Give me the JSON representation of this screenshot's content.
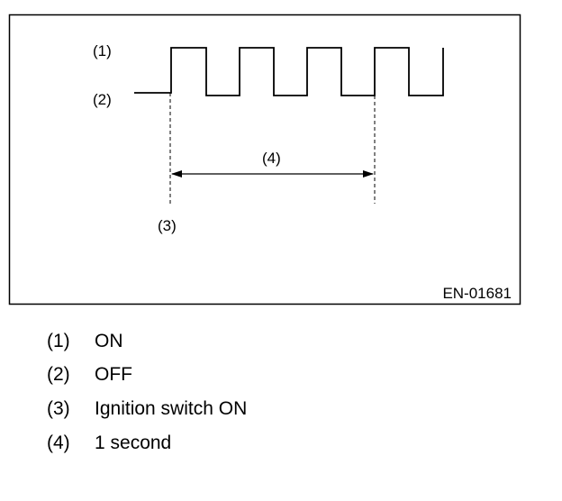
{
  "diagram": {
    "figure_code": "EN-01681",
    "signal_labels": {
      "high": "(1)",
      "low": "(2)",
      "start": "(3)",
      "period": "(4)"
    }
  },
  "legend": [
    {
      "num": "(1)",
      "text": "ON"
    },
    {
      "num": "(2)",
      "text": "OFF"
    },
    {
      "num": "(3)",
      "text": "Ignition switch ON"
    },
    {
      "num": "(4)",
      "text": "1 second"
    }
  ]
}
